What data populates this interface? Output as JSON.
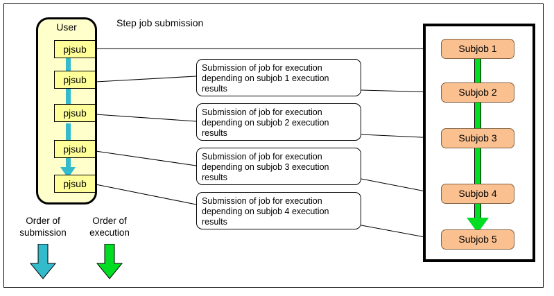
{
  "diagram": {
    "title_label": "Step job submission",
    "colors": {
      "user_box_fill": "#ffffcc",
      "pjsub_fill": "#ffff99",
      "subjob_fill": "#fac090",
      "submission_arrow": "#33bbcc",
      "execution_arrow": "#00dd22",
      "frame_border": "#000000"
    }
  },
  "user_panel": {
    "label": "User",
    "commands": [
      {
        "label": "pjsub"
      },
      {
        "label": "pjsub"
      },
      {
        "label": "pjsub"
      },
      {
        "label": "pjsub"
      },
      {
        "label": "pjsub"
      }
    ]
  },
  "callouts": [
    {
      "text": "Submission of job for execution depending on subjob 1 execution results"
    },
    {
      "text": "Submission of job for execution depending on subjob 2 execution results"
    },
    {
      "text": "Submission of job for execution depending on subjob 3 execution results"
    },
    {
      "text": "Submission of job for execution depending on subjob 4 execution results"
    }
  ],
  "subjobs": [
    {
      "label": "Subjob 1"
    },
    {
      "label": "Subjob 2"
    },
    {
      "label": "Subjob 3"
    },
    {
      "label": "Subjob 4"
    },
    {
      "label": "Subjob 5"
    }
  ],
  "legend": [
    {
      "line1": "Order of",
      "line2": "submission",
      "color": "#33bbcc"
    },
    {
      "line1": "Order of",
      "line2": "execution",
      "color": "#00dd22"
    }
  ]
}
